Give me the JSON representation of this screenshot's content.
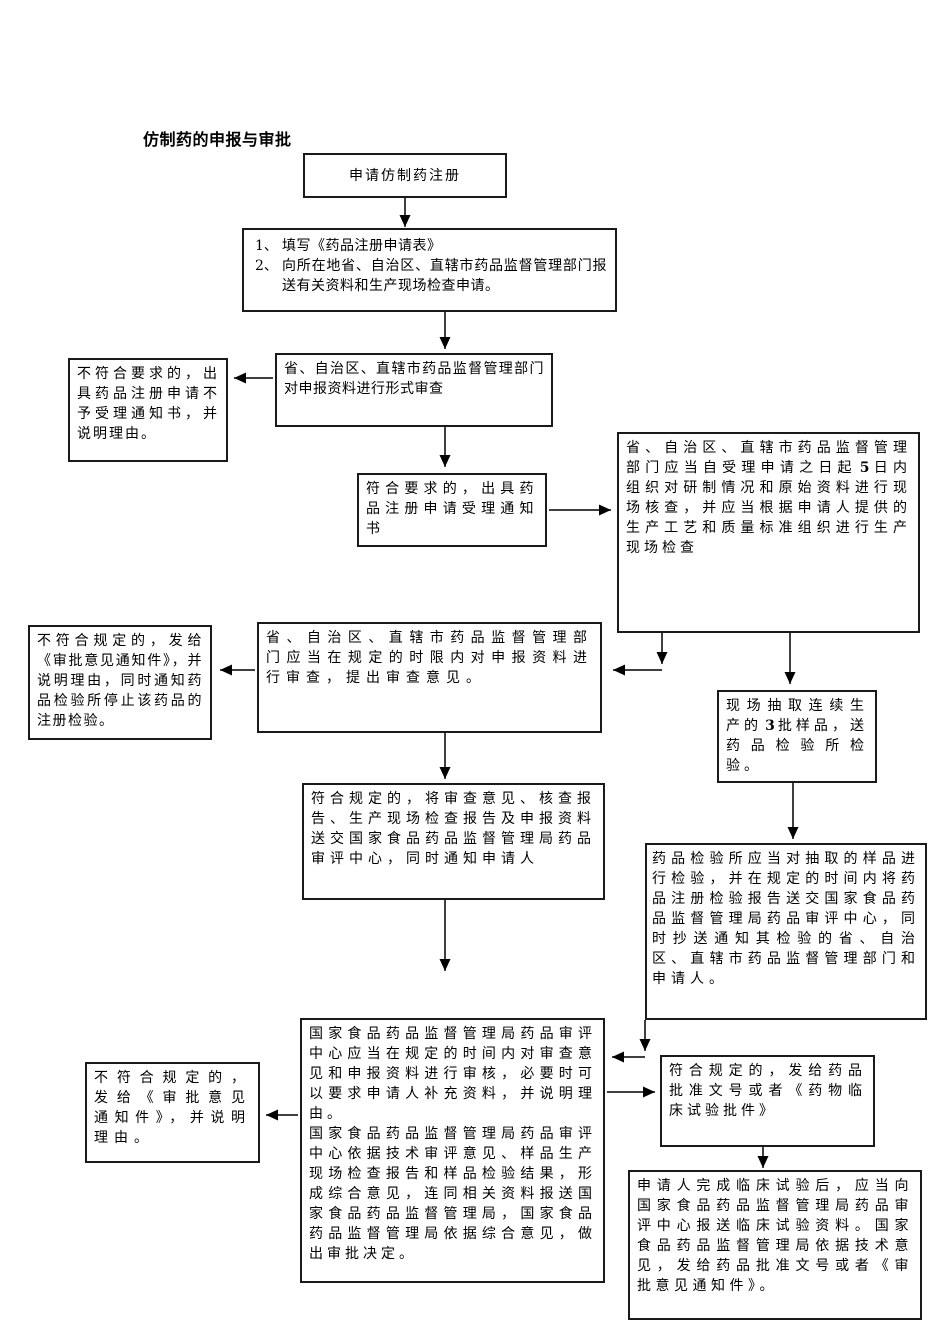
{
  "page": {
    "title": "仿制药的申报与审批",
    "background_color": "#ffffff",
    "line_color": "#000000"
  },
  "nodes": {
    "apply": {
      "text": "申请仿制药注册"
    },
    "submit": {
      "items": [
        {
          "num": "1、",
          "text": "填写《药品注册申请表》"
        },
        {
          "num": "2、",
          "text": "向所在地省、自治区、直辖市药品监督管理部门报送有关资料和生产现场检查申请。"
        }
      ]
    },
    "formal_review": {
      "text": "省、自治区、直辖市药品监督管理部门对申报资料进行形式审查"
    },
    "reject_notice": {
      "text": "不符合要求的，出具药品注册申请不予受理通知书，并说明理由。"
    },
    "accept_notice": {
      "text": "符合要求的，出具药品注册申请受理通知书"
    },
    "site_inspection": {
      "text_before": "省、自治区、直辖市药品监督管理部门应当自受理申请之日起",
      "bold_days": "5",
      "text_after": "日内组织对研制情况和原始资料进行现场核查，并应当根据申请人提供的生产工艺和质量标准组织进行生产现场检查"
    },
    "review_opinion": {
      "text": "省、自治区、直辖市药品监督管理部门应当在规定的时限内对申报资料进行审查，提出审查意见。"
    },
    "reject_opinion": {
      "text": "不符合规定的，发给《审批意见通知件》，并说明理由，同时通知药品检验所停止该药品的注册检验。"
    },
    "sampling": {
      "text_before": "现场抽取连续生产的",
      "bold_batches": "3",
      "text_after": "批样品，送药品检验所检验。"
    },
    "forward_review": {
      "text": "符合规定的，将审查意见、核查报告、生产现场检查报告及申报资料送交国家食品药品监督管理局药品审评中心，同时通知申请人"
    },
    "lab_test": {
      "text": "药品检验所应当对抽取的样品进行检验，并在规定的时间内将药品注册检验报告送交国家食品药品监督管理局药品审评中心，同时抄送通知其检验的省、自治区、直辖市药品监督管理部门和申请人。"
    },
    "cde_review": {
      "para1": "国家食品药品监督管理局药品审评中心应当在规定的时间内对审查意见和申报资料进行审核，必要时可以要求申请人补充资料，并说明理由。",
      "para2": "国家食品药品监督管理局药品审评中心依据技术审评意见、样品生产现场检查报告和样品检验结果，形成综合意见，连同相关资料报送国家食品药品监督管理局，国家食品药品监督管理局依据综合意见，做出审批决定。"
    },
    "final_reject": {
      "text": "不符合规定的，发给《审批意见通知件》，并说明理由。"
    },
    "approval": {
      "text": "符合规定的，发给药品批准文号或者《药物临床试验批件》"
    },
    "clinical_trial": {
      "text": "申请人完成临床试验后，应当向国家食品药品监督管理局药品审评中心报送临床试验资料。国家食品药品监督管理局依据技术意见，发给药品批准文号或者《审批意见通知件》。"
    }
  }
}
